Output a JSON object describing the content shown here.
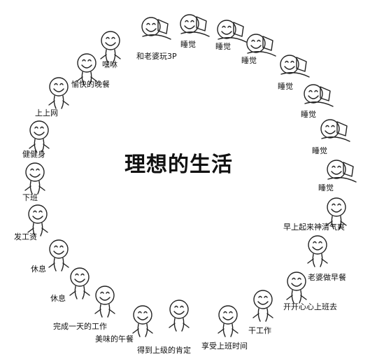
{
  "title": "理想的生活",
  "icons": [
    "smiley-face-icon"
  ],
  "cycle": [
    {
      "label": "和老婆玩3P"
    },
    {
      "label": "睡觉"
    },
    {
      "label": "睡觉"
    },
    {
      "label": "睡觉"
    },
    {
      "label": "睡觉"
    },
    {
      "label": "睡觉"
    },
    {
      "label": "睡觉"
    },
    {
      "label": "睡觉"
    },
    {
      "label": "早上起来神清气爽"
    },
    {
      "label": "老婆做早餐"
    },
    {
      "label": "开开心心上班去"
    },
    {
      "label": "干工作"
    },
    {
      "label": "享受上班时间"
    },
    {
      "label": "得到上级的肯定"
    },
    {
      "label": "美味的午餐"
    },
    {
      "label": "完成一天的工作"
    },
    {
      "label": "休息"
    },
    {
      "label": "休息"
    },
    {
      "label": "发工资"
    },
    {
      "label": "下班"
    },
    {
      "label": "健健身"
    },
    {
      "label": "上上网"
    },
    {
      "label": "愉快的晚餐"
    },
    {
      "label": "嘿咻"
    }
  ]
}
